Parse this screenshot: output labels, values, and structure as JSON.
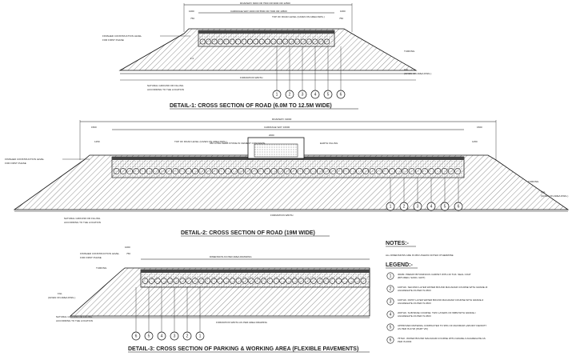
{
  "detail1": {
    "title": "DETAIL-1: CROSS SECTION OF ROAD (6.0M TO 12.5M WIDE)",
    "roadway": "ROADWAY 6000 OR 7500 OR 9000 OR 12500",
    "carriageway": "CARRIAGE WAY 4000 OR 5500 OR 7000 OR 10500",
    "shoulder_left": "1000",
    "shoulder_right": "1000",
    "dim_left_inner": "750",
    "dim_right_inner": "750",
    "top_label": "TOP OF ROAD LEVEL (GIVEN ON AREA DWG.)",
    "finished_level": "FINISHED CONSTRUCTION LEVEL",
    "first_phase": "FOR FIRST PHASE",
    "natural_ground": "NATURAL GROUND OR FILLING",
    "according": "ACCORDING TO THE LOCATION",
    "turfing": "TURFING",
    "fgl": "FGL",
    "fgl_note": "(GIVEN ON AREA DWG.)",
    "formation": "FORMATION WIDTH",
    "slope": "1:2",
    "circles": [
      "1",
      "2",
      "3",
      "4",
      "5",
      "6"
    ]
  },
  "detail2": {
    "title": "DETAIL-2: CROSS SECTION OF ROAD (19M WIDE)",
    "roadway": "ROADWAY 19000",
    "carriageway": "CARRIAGE WAY 16000",
    "shoulder_left": "1500",
    "shoulder_right": "1500",
    "left_inner": "1250",
    "right_inner": "1250",
    "median": "2000",
    "top_label": "TOP OF ROAD LEVEL (GIVEN ON AREA DWG.)",
    "kerb_label": "350 LONG KERB STONE IN CEMENT CONCRETE",
    "earth_filling": "EARTH FILLING",
    "finished_level": "FINISHED CONSTRUCTION LEVEL",
    "first_phase": "FOR FIRST PHASE",
    "natural_ground": "NATURAL GROUND OR FILLING",
    "according": "ACCORDING TO THE LOCATION",
    "turfing": "TURFING",
    "fgl": "FGL",
    "fgl_note": "(GIVEN ON AREA DWG.)",
    "formation": "FORMATION WIDTH",
    "circles": [
      "1",
      "2",
      "3",
      "4",
      "5",
      "6"
    ]
  },
  "detail3": {
    "title": "DETAIL-3: CROSS SECTION OF PARKING & WORKING AREA (FLEXIBLE PAVEMENTS)",
    "dimension": "DIMENSION AS PER AREA DRAWING",
    "formation": "FORMATION WIDTH AS PER AREA DRAWING",
    "shoulder": "1000",
    "inner": "750",
    "finished_level": "FINISHED CONSTRUCTION LEVEL",
    "first_phase": "FOR FIRST PHASE",
    "turfing": "TURFING",
    "fgl": "FGL",
    "fgl_note": "(GIVEN ON AREA DWG.)",
    "natural_ground": "NATURAL GROUND OR FILLING",
    "according": "ACCORDING TO THE LOCATION",
    "circles": [
      "6",
      "5",
      "4",
      "3",
      "2",
      "1"
    ]
  },
  "notes": {
    "heading": "NOTES:-",
    "text": "ALL DIMENSIONS ARE IN MM UNLESS NOTED OTHERWISE"
  },
  "legend": {
    "heading": "LEGEND:-",
    "items": [
      {
        "num": "1",
        "text": "30MM. PREMIX BITUMINOUS CARPET WITH 20 THK. SEAL COAT (BITUMEN, SAND, GRIT)"
      },
      {
        "num": "2",
        "text": "100THK. SECOND LAYER WATER BOUND MACADAM COURSE WITH GRADE-III AGGREGATE AS PER IS:2603"
      },
      {
        "num": "3",
        "text": "100THK. FIRST LAYER WATER BOUND MACADAM COURSE WITH GRADE-II AGGREGATE AS PER IS:2603"
      },
      {
        "num": "4",
        "text": "200THK. SUB BASE COURSE: TWO LAYERS OF WBM WITH GRADE-I AGGREGATE AS PER IS:2603"
      },
      {
        "num": "5",
        "text": "APPROVED MATERIAL COMPACTED TO 95% OF MAXIMUM LAB DRY DENSITY AS PER IS:2720 (PART VIII)"
      },
      {
        "num": "6",
        "text": "75THK. WATER BOUND MACADAM COURSE WITH GRADE-II AGGREGATE AS PER IS:2603"
      }
    ]
  }
}
